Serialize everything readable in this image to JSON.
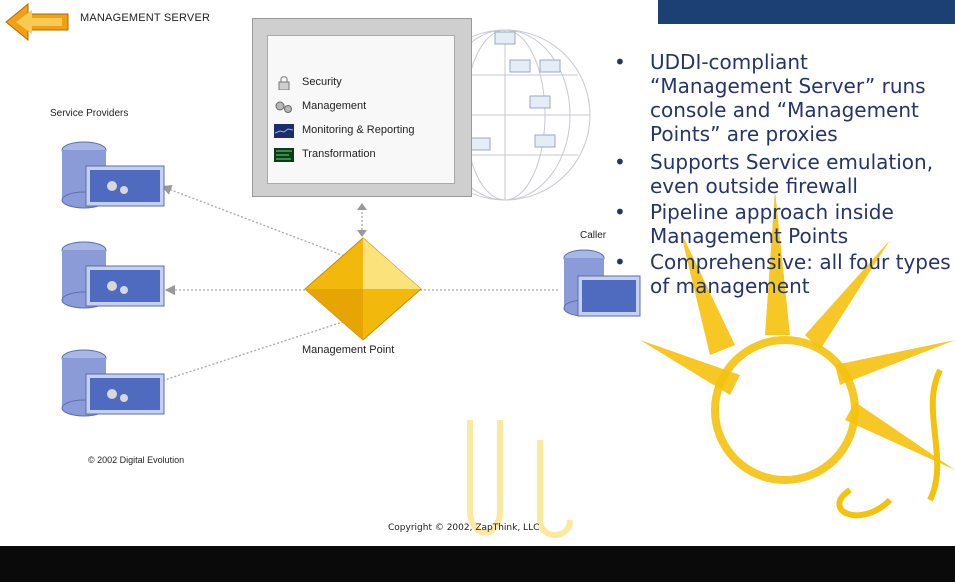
{
  "header": {
    "title": "MANAGEMENT SERVER"
  },
  "labels": {
    "service_providers": "Service Providers",
    "caller": "Caller",
    "management_point": "Management Point",
    "diagram_copyright": "© 2002 Digital Evolution",
    "slide_copyright": "Copyright © 2002, ZapThink, LLC"
  },
  "console": {
    "modules": [
      {
        "label": "Security",
        "icon": "lock-icon"
      },
      {
        "label": "Management",
        "icon": "gears-icon"
      },
      {
        "label": "Monitoring & Reporting",
        "icon": "monitor-chart-icon"
      },
      {
        "label": "Transformation",
        "icon": "transform-icon"
      }
    ]
  },
  "bullets": [
    {
      "text": "UDDI-compliant “Management Server” runs console and “Management Points” are proxies"
    },
    {
      "text": "Supports Service emulation, even outside firewall"
    },
    {
      "text": "Pipeline approach inside Management Points"
    },
    {
      "text": "Comprehensive: all four types of management"
    }
  ],
  "colors": {
    "header_bar": "#1c3f74",
    "bullet_text": "#25356a",
    "sun": "#f4c20d",
    "diamond": "#f2b90c",
    "arrow_logo": "#f0a010",
    "bottom_bar": "#0a0a0a"
  }
}
